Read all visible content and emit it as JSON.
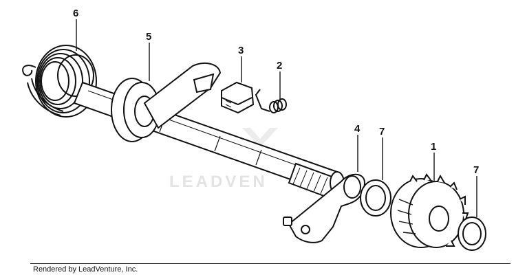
{
  "diagram": {
    "watermark": "LEADVEN",
    "callouts": [
      {
        "id": "spring",
        "label": "6"
      },
      {
        "id": "collar",
        "label": "5"
      },
      {
        "id": "ratchet",
        "label": "3"
      },
      {
        "id": "small-spring",
        "label": "2"
      },
      {
        "id": "arm",
        "label": "4"
      },
      {
        "id": "washer-left",
        "label": "7"
      },
      {
        "id": "gear",
        "label": "1"
      },
      {
        "id": "washer-right",
        "label": "7"
      }
    ]
  },
  "footer": {
    "credit": "Rendered by LeadVenture, Inc."
  },
  "colors": {
    "ink": "#111111",
    "watermark": "#e3e3e3",
    "background": "#ffffff"
  }
}
